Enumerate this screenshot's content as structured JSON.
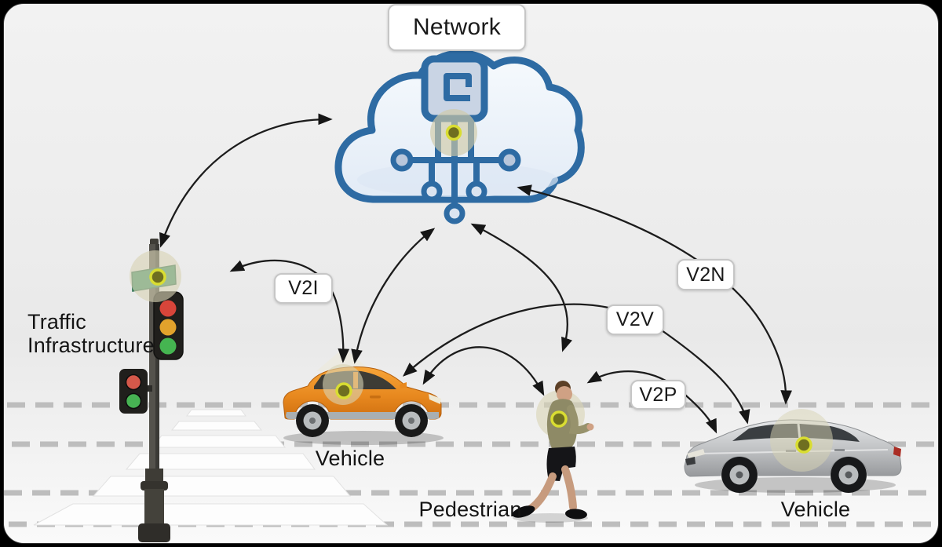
{
  "nodes": {
    "network": {
      "label": "Network",
      "icon": "cloud-network-icon"
    },
    "infrastructure": {
      "label_line1": "Traffic",
      "label_line2": "Infrastructure",
      "icon": "traffic-light-icon"
    },
    "vehicle_left": {
      "label": "Vehicle",
      "icon": "suv-car-icon"
    },
    "pedestrian": {
      "label": "Pedestrian",
      "icon": "walking-person-icon"
    },
    "vehicle_right": {
      "label": "Vehicle",
      "icon": "sedan-car-icon"
    }
  },
  "links": {
    "v2i": {
      "label": "V2I",
      "from": "vehicle_left",
      "to": "infrastructure"
    },
    "v2n": {
      "label": "V2N",
      "from": "vehicle_right",
      "to": "network"
    },
    "v2v": {
      "label": "V2V",
      "from": "vehicle_left",
      "to": "vehicle_right"
    },
    "v2p": {
      "label": "V2P",
      "from": "pedestrian",
      "to": "vehicle_right"
    },
    "unlabeled_arrows": [
      {
        "from": "infrastructure",
        "to": "network"
      },
      {
        "from": "vehicle_left",
        "to": "network"
      },
      {
        "from": "pedestrian",
        "to": "network"
      },
      {
        "from": "vehicle_left",
        "to": "pedestrian"
      }
    ]
  },
  "colors": {
    "cloud_accent": "#2e6ba3",
    "glow_ring": "#d9dd32",
    "glow_halo": "#d8d4b4",
    "vehicle_left_body": "#e8891f",
    "vehicle_right_body": "#c2c4c6",
    "traffic_sign_green": "#3e9066",
    "background": "#ededed",
    "road_dash": "#bdbdbd",
    "arrow": "#1c1c1c"
  }
}
